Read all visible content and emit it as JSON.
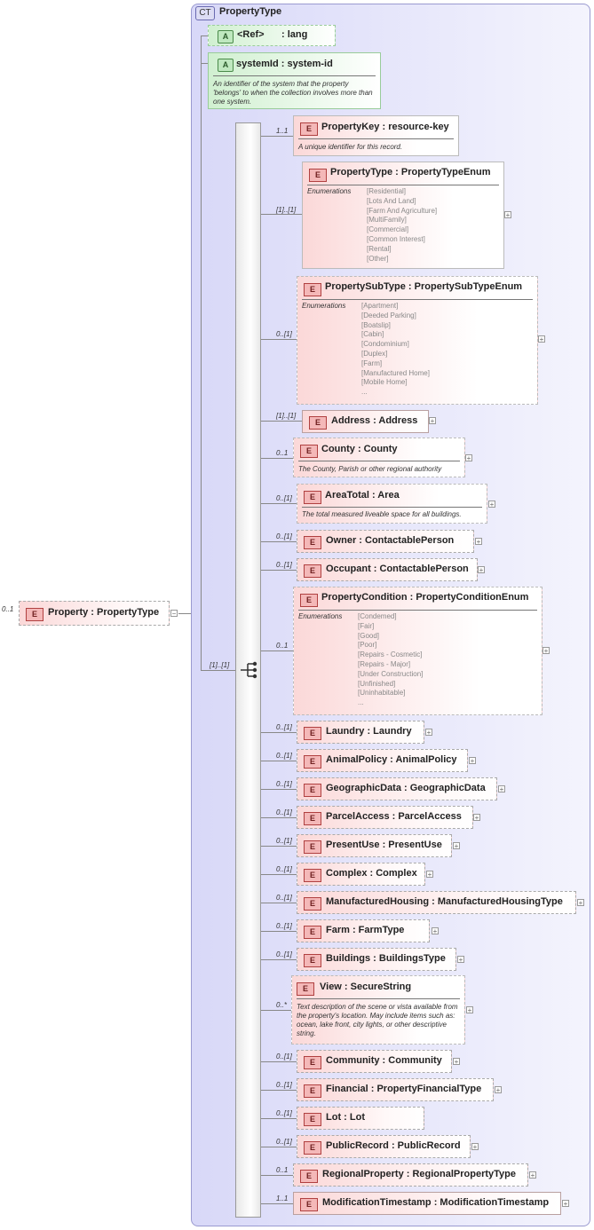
{
  "root": {
    "mult": "0..1",
    "label": "Property : PropertyType",
    "badge": "E"
  },
  "complex_type": {
    "badge": "CT",
    "title": "PropertyType"
  },
  "attributes": [
    {
      "badge": "A",
      "name": "<Ref>",
      "type": ": lang"
    },
    {
      "badge": "A",
      "label": "systemId : system-id",
      "desc": "An identifier of the system that the property 'belongs' to when the collection involves more than one system."
    }
  ],
  "sequence_mult": "[1]..[1]",
  "elements": [
    {
      "mult": "1..1",
      "label": "PropertyKey : resource-key",
      "desc": "A unique identifier for this record."
    },
    {
      "mult": "[1]..[1]",
      "label": "PropertyType : PropertyTypeEnum",
      "enum_heading": "Enumerations",
      "enums": [
        "[Residential]",
        "[Lots And Land]",
        "[Farm And Agriculture]",
        "[MultiFamily]",
        "[Commercial]",
        "[Common Interest]",
        "[Rental]",
        "[Other]"
      ]
    },
    {
      "mult": "0..[1]",
      "label": "PropertySubType : PropertySubTypeEnum",
      "enum_heading": "Enumerations",
      "enums": [
        "[Apartment]",
        "[Deeded Parking]",
        "[Boatslip]",
        "[Cabin]",
        "[Condominium]",
        "[Duplex]",
        "[Farm]",
        "[Manufactured Home]",
        "[Mobile Home]",
        "..."
      ]
    },
    {
      "mult": "[1]..[1]",
      "label": "Address : Address"
    },
    {
      "mult": "0..1",
      "label": "County   : County",
      "desc": "The County, Parish or other regional authority"
    },
    {
      "mult": "0..[1]",
      "label": "AreaTotal : Area",
      "desc": "The total measured liveable space for all buildings."
    },
    {
      "mult": "0..[1]",
      "label": "Owner    : ContactablePerson"
    },
    {
      "mult": "0..[1]",
      "label": "Occupant : ContactablePerson"
    },
    {
      "mult": "0..1",
      "label": "PropertyCondition : PropertyConditionEnum",
      "enum_heading": "Enumerations",
      "enums": [
        "[Condemed]",
        "[Fair]",
        "[Good]",
        "[Poor]",
        "[Repairs - Cosmetic]",
        "[Repairs - Major]",
        "[Under Construction]",
        "[Unfinished]",
        "[Uninhabitable]",
        "..."
      ]
    },
    {
      "mult": "0..[1]",
      "label": "Laundry : Laundry"
    },
    {
      "mult": "0..[1]",
      "label": "AnimalPolicy : AnimalPolicy"
    },
    {
      "mult": "0..[1]",
      "label": "GeographicData : GeographicData"
    },
    {
      "mult": "0..[1]",
      "label": "ParcelAccess : ParcelAccess"
    },
    {
      "mult": "0..[1]",
      "label": "PresentUse : PresentUse"
    },
    {
      "mult": "0..[1]",
      "label": "Complex : Complex"
    },
    {
      "mult": "0..[1]",
      "label": "ManufacturedHousing : ManufacturedHousingType"
    },
    {
      "mult": "0..[1]",
      "label": "Farm       : FarmType"
    },
    {
      "mult": "0..[1]",
      "label": "Buildings : BuildingsType"
    },
    {
      "mult": "0..*",
      "label": "View        : SecureString",
      "desc": "Text description of the scene or vista available from the property's location. May include items such as: ocean, lake front, city lights, or other descriptive string."
    },
    {
      "mult": "0..[1]",
      "label": "Community : Community"
    },
    {
      "mult": "0..[1]",
      "label": "Financial : PropertyFinancialType"
    },
    {
      "mult": "0..[1]",
      "label": "Lot          : Lot"
    },
    {
      "mult": "0..[1]",
      "label": "PublicRecord : PublicRecord"
    },
    {
      "mult": "0..1",
      "label": "RegionalProperty : RegionalPropertyType"
    },
    {
      "mult": "1..1",
      "label": "ModificationTimestamp : ModificationTimestamp"
    }
  ],
  "badges": {
    "element": "E",
    "expand": "+",
    "collapse": "−"
  }
}
